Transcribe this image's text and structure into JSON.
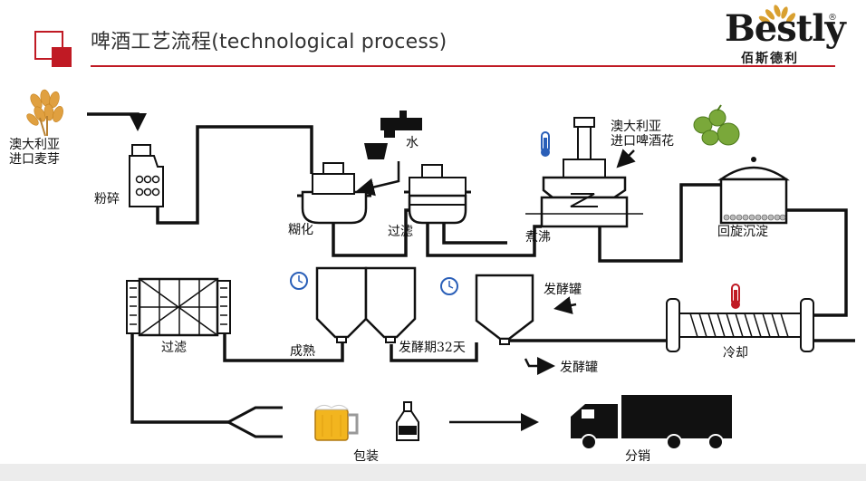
{
  "header": {
    "title": "啤酒工艺流程(technological process)",
    "brand_name": "Bestly",
    "brand_chinese": "佰斯德利",
    "brand_registered": "®"
  },
  "labels": {
    "malt_source": "澳大利亚\n进口麦芽",
    "milling": "粉碎",
    "water": "水",
    "mashing": "糊化",
    "lautering": "过滤",
    "boiling": "煮沸",
    "hops_source": "澳大利亚\n进口啤酒花",
    "whirlpool": "回旋沉淀",
    "cooling": "冷却",
    "fermentation_tank_top": "发酵罐",
    "fermentation_tank_bottom": "发酵罐",
    "fermentation_period": "发酵期32天",
    "maturation": "成熟",
    "filtration": "过滤",
    "packaging": "包装",
    "distribution": "分销"
  },
  "colors": {
    "accent": "#c01a24",
    "line": "#111111",
    "hop_green": "#6a9a2a",
    "wheat": "#e0a040",
    "beer": "#f2b51f",
    "thermometer_blue": "#2a5fb8",
    "thermometer_red": "#c01a24"
  }
}
